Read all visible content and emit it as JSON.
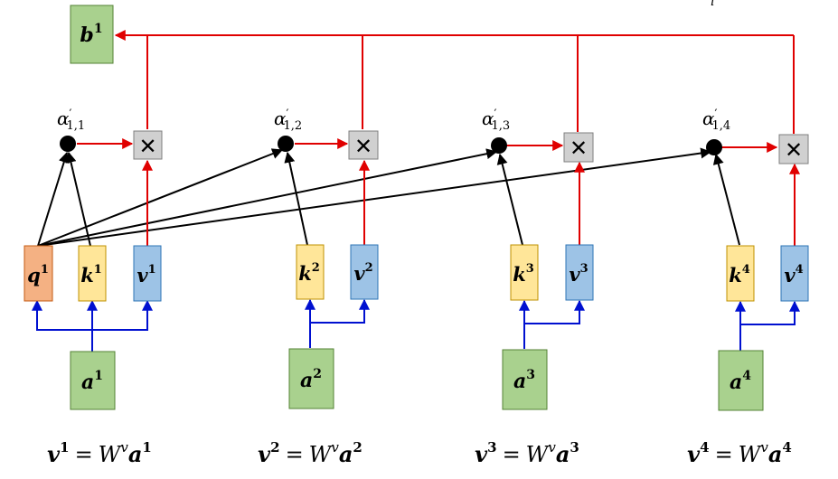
{
  "colors": {
    "red_arrow": "#e00000",
    "blue_arrow": "#0010d0",
    "black_arrow": "#000000",
    "green_fill": "#a9d18e",
    "green_stroke": "#548235",
    "orange_fill": "#f4b183",
    "orange_stroke": "#c55a11",
    "yellow_fill": "#ffe699",
    "yellow_stroke": "#bf9000",
    "blue_fill": "#9dc3e6",
    "blue_stroke": "#2e75b6",
    "mult_fill": "#d0d0d0",
    "mult_stroke": "#7f7f7f"
  },
  "output": {
    "base": "b",
    "sup": "1"
  },
  "query": {
    "base": "q",
    "sup": "1"
  },
  "stray_mark": "i",
  "multiply_symbol": "✕",
  "columns": [
    {
      "index": "1",
      "alpha_base": "α",
      "alpha_prime": "′",
      "alpha_sub": "1,1",
      "key_base": "k",
      "key_sup": "1",
      "value_base": "v",
      "value_sup": "1",
      "input_base": "a",
      "input_sup": "1",
      "eq_lhs_base": "v",
      "eq_lhs_sup": "1",
      "eq_equals": "=",
      "eq_W": "W",
      "eq_W_sup": "v",
      "eq_rhs_base": "a",
      "eq_rhs_sup": "1"
    },
    {
      "index": "2",
      "alpha_base": "α",
      "alpha_prime": "′",
      "alpha_sub": "1,2",
      "key_base": "k",
      "key_sup": "2",
      "value_base": "v",
      "value_sup": "2",
      "input_base": "a",
      "input_sup": "2",
      "eq_lhs_base": "v",
      "eq_lhs_sup": "2",
      "eq_equals": "=",
      "eq_W": "W",
      "eq_W_sup": "v",
      "eq_rhs_base": "a",
      "eq_rhs_sup": "2"
    },
    {
      "index": "3",
      "alpha_base": "α",
      "alpha_prime": "′",
      "alpha_sub": "1,3",
      "key_base": "k",
      "key_sup": "3",
      "value_base": "v",
      "value_sup": "3",
      "input_base": "a",
      "input_sup": "3",
      "eq_lhs_base": "v",
      "eq_lhs_sup": "3",
      "eq_equals": "=",
      "eq_W": "W",
      "eq_W_sup": "v",
      "eq_rhs_base": "a",
      "eq_rhs_sup": "3"
    },
    {
      "index": "4",
      "alpha_base": "α",
      "alpha_prime": "′",
      "alpha_sub": "1,4",
      "key_base": "k",
      "key_sup": "4",
      "value_base": "v",
      "value_sup": "4",
      "input_base": "a",
      "input_sup": "4",
      "eq_lhs_base": "v",
      "eq_lhs_sup": "4",
      "eq_equals": "=",
      "eq_W": "W",
      "eq_W_sup": "v",
      "eq_rhs_base": "a",
      "eq_rhs_sup": "4"
    }
  ]
}
